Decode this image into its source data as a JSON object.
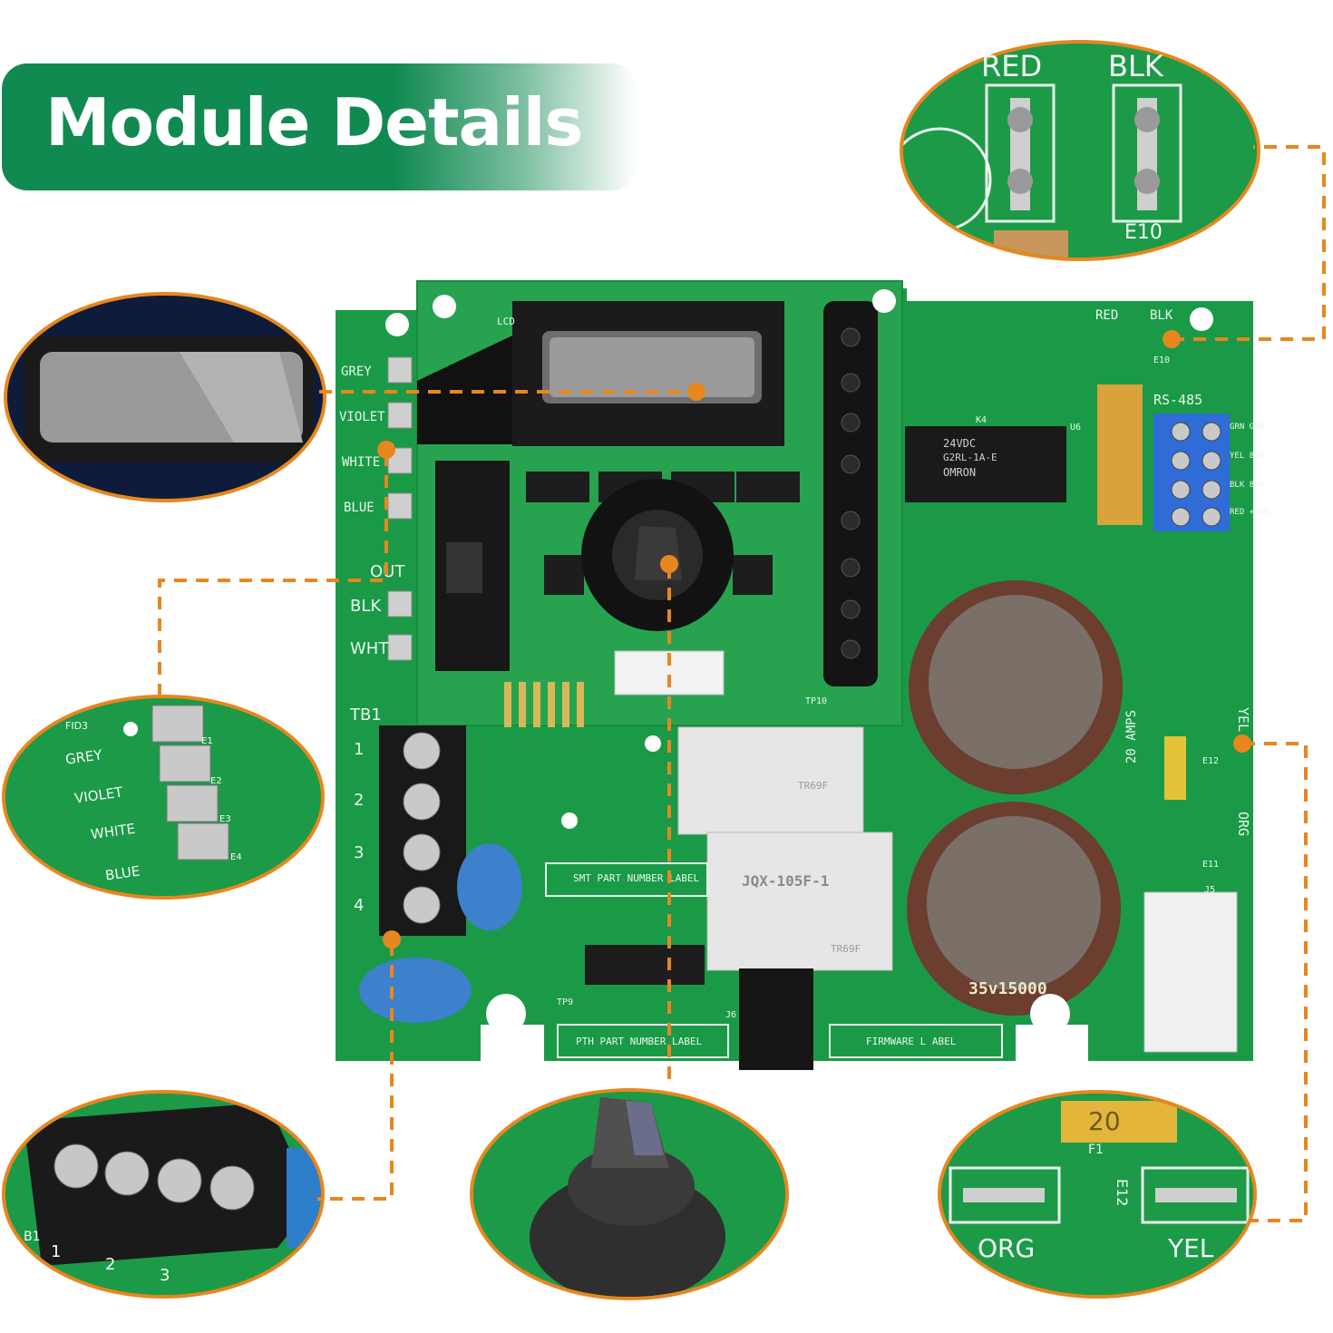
{
  "banner": {
    "title": "Module Details"
  },
  "colors": {
    "accent": "#e8861f",
    "banner_green": "#118a52",
    "pcb_green": "#1a9a47"
  },
  "board_labels": {
    "wire_labels": [
      "GREY",
      "VIOLET",
      "WHITE",
      "BLUE"
    ],
    "out": "OUT",
    "blk": "BLK",
    "wht": "WHT",
    "tb1": "TB1",
    "terminal_numbers": [
      "1",
      "2",
      "3",
      "4"
    ],
    "red": "RED",
    "blk_top": "BLK",
    "rs485": "RS-485",
    "rs485_pins": [
      "GRN GND",
      "YEL 85B",
      "BLK 85A",
      "RED +10V"
    ],
    "amps": "20 AMPS",
    "yel": "YEL",
    "org": "ORG",
    "e12": "E12",
    "e11": "E11",
    "e10": "E10",
    "relay_top_brand": "OMRON",
    "relay_top_model": "G2RL-1A-E",
    "relay_top_voltage": "24VDC",
    "relay_small_label": "TR69F",
    "relay_big_model": "JQX-105F-1",
    "relay_big_label": "TR69F",
    "cap_value": "35v15000",
    "smt_label": "SMT PART NUMBER LABEL",
    "pth_label": "PTH PART NUMBER LABEL",
    "firmware_label": "FIRMWARE L ABEL",
    "j5": "J5",
    "j6": "J6",
    "lcd": "LCD",
    "k4": "K4",
    "u6": "U6",
    "tp9": "TP9",
    "tp10": "TP10"
  },
  "bubbles": {
    "top_right": {
      "labels": [
        "RED",
        "BLK",
        "E10"
      ]
    },
    "left_wires": {
      "labels": [
        "FID3",
        "GREY",
        "VIOLET",
        "WHITE",
        "BLUE",
        "E1",
        "E2",
        "E3",
        "E4"
      ]
    },
    "bottom_left": {
      "labels": [
        "1",
        "2",
        "3",
        "B1"
      ]
    },
    "bottom_right": {
      "labels": [
        "20",
        "F1",
        "E12",
        "ORG",
        "YEL"
      ]
    }
  }
}
